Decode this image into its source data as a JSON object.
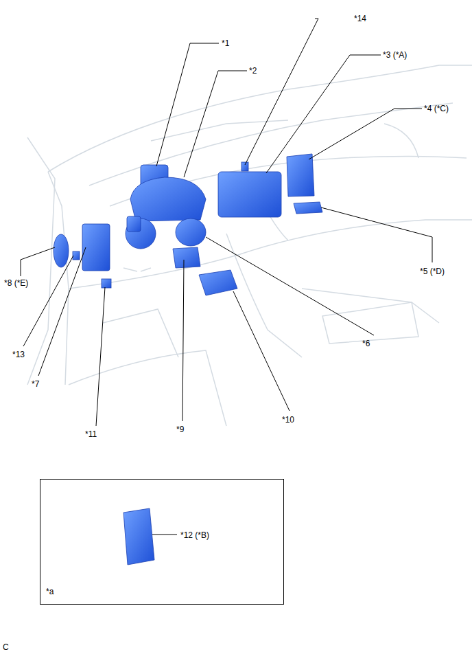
{
  "diagram": {
    "nodes": [
      {
        "text": [
          "*12 (*B)",
          "*a"
        ]
      }
    ],
    "labels": [
      "*14",
      "*1",
      "*2",
      "*3 (*A)",
      "*4 (*C)",
      "*5 (*D)",
      "*8 (*E)",
      "*13",
      "*7",
      "*11",
      "*9",
      "*10",
      "*6",
      "C"
    ]
  }
}
